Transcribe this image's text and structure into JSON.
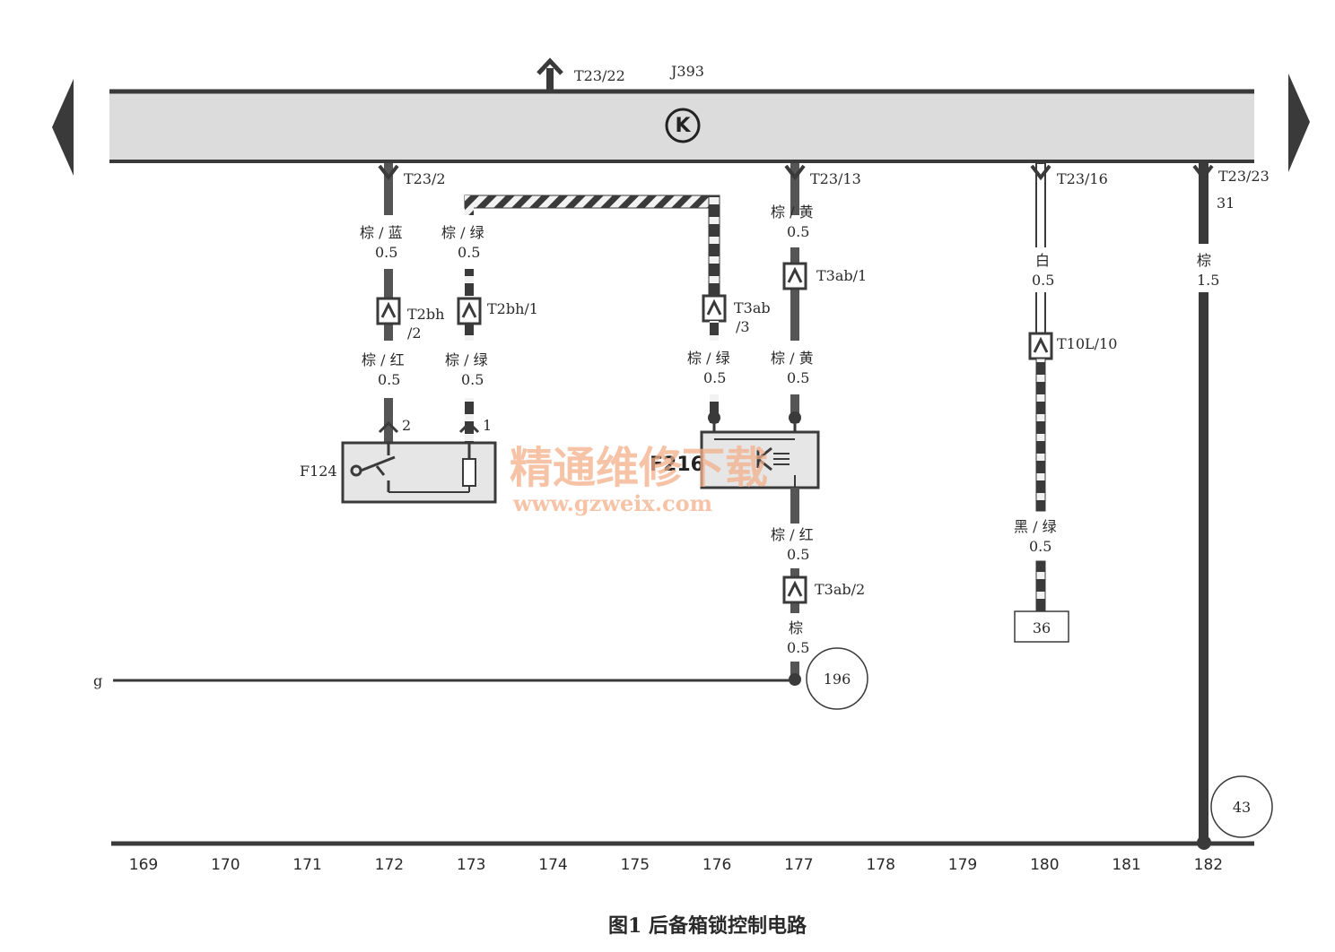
{
  "module": {
    "name": "J393",
    "symbol": "K"
  },
  "connectors": {
    "t23_22": "T23/22",
    "t23_2": "T23/2",
    "t23_13": "T23/13",
    "t23_16": "T23/16",
    "t23_23": "T23/23",
    "t23_23_sub": "31",
    "t2bh_2_a": "T2bh",
    "t2bh_2_b": "/2",
    "t2bh_1": "T2bh/1",
    "t3ab_3_a": "T3ab",
    "t3ab_3_b": "/3",
    "t3ab_1": "T3ab/1",
    "t3ab_2": "T3ab/2",
    "t10l_10": "T10L/10",
    "pin2": "2",
    "pin1": "1"
  },
  "wires": {
    "c172_top_color": "棕 / 蓝",
    "c172_top_size": "0.5",
    "c172_bot_color": "棕 / 红",
    "c172_bot_size": "0.5",
    "c173_top_color": "棕 / 绿",
    "c173_top_size": "0.5",
    "c173_bot_color": "棕 / 绿",
    "c173_bot_size": "0.5",
    "c176_color": "棕 / 绿",
    "c176_size": "0.5",
    "c177_top_color": "棕 / 黄",
    "c177_top_size": "0.5",
    "c177_mid_color": "棕 / 黄",
    "c177_mid_size": "0.5",
    "c177_low_color": "棕 / 红",
    "c177_low_size": "0.5",
    "c177_bot_color": "棕",
    "c177_bot_size": "0.5",
    "c180_top_color": "白",
    "c180_top_size": "0.5",
    "c180_bot_color": "黑 / 绿",
    "c180_bot_size": "0.5",
    "c182_color": "棕",
    "c182_size": "1.5"
  },
  "components": {
    "f124": "F124",
    "f216": "F216"
  },
  "refs": {
    "circle196": "196",
    "circle43": "43",
    "box36": "36",
    "g_line": "g"
  },
  "axis_numbers": [
    "169",
    "170",
    "171",
    "172",
    "173",
    "174",
    "175",
    "176",
    "177",
    "178",
    "179",
    "180",
    "181",
    "182"
  ],
  "caption": "图1  后备箱锁控制电路",
  "watermark": {
    "line1": "精通维修下载",
    "line2": "www.gzweix.com"
  },
  "colors": {
    "line": "#3a3a3a",
    "module_fill": "#dcdcdc",
    "watermark": "#f3b08a"
  }
}
